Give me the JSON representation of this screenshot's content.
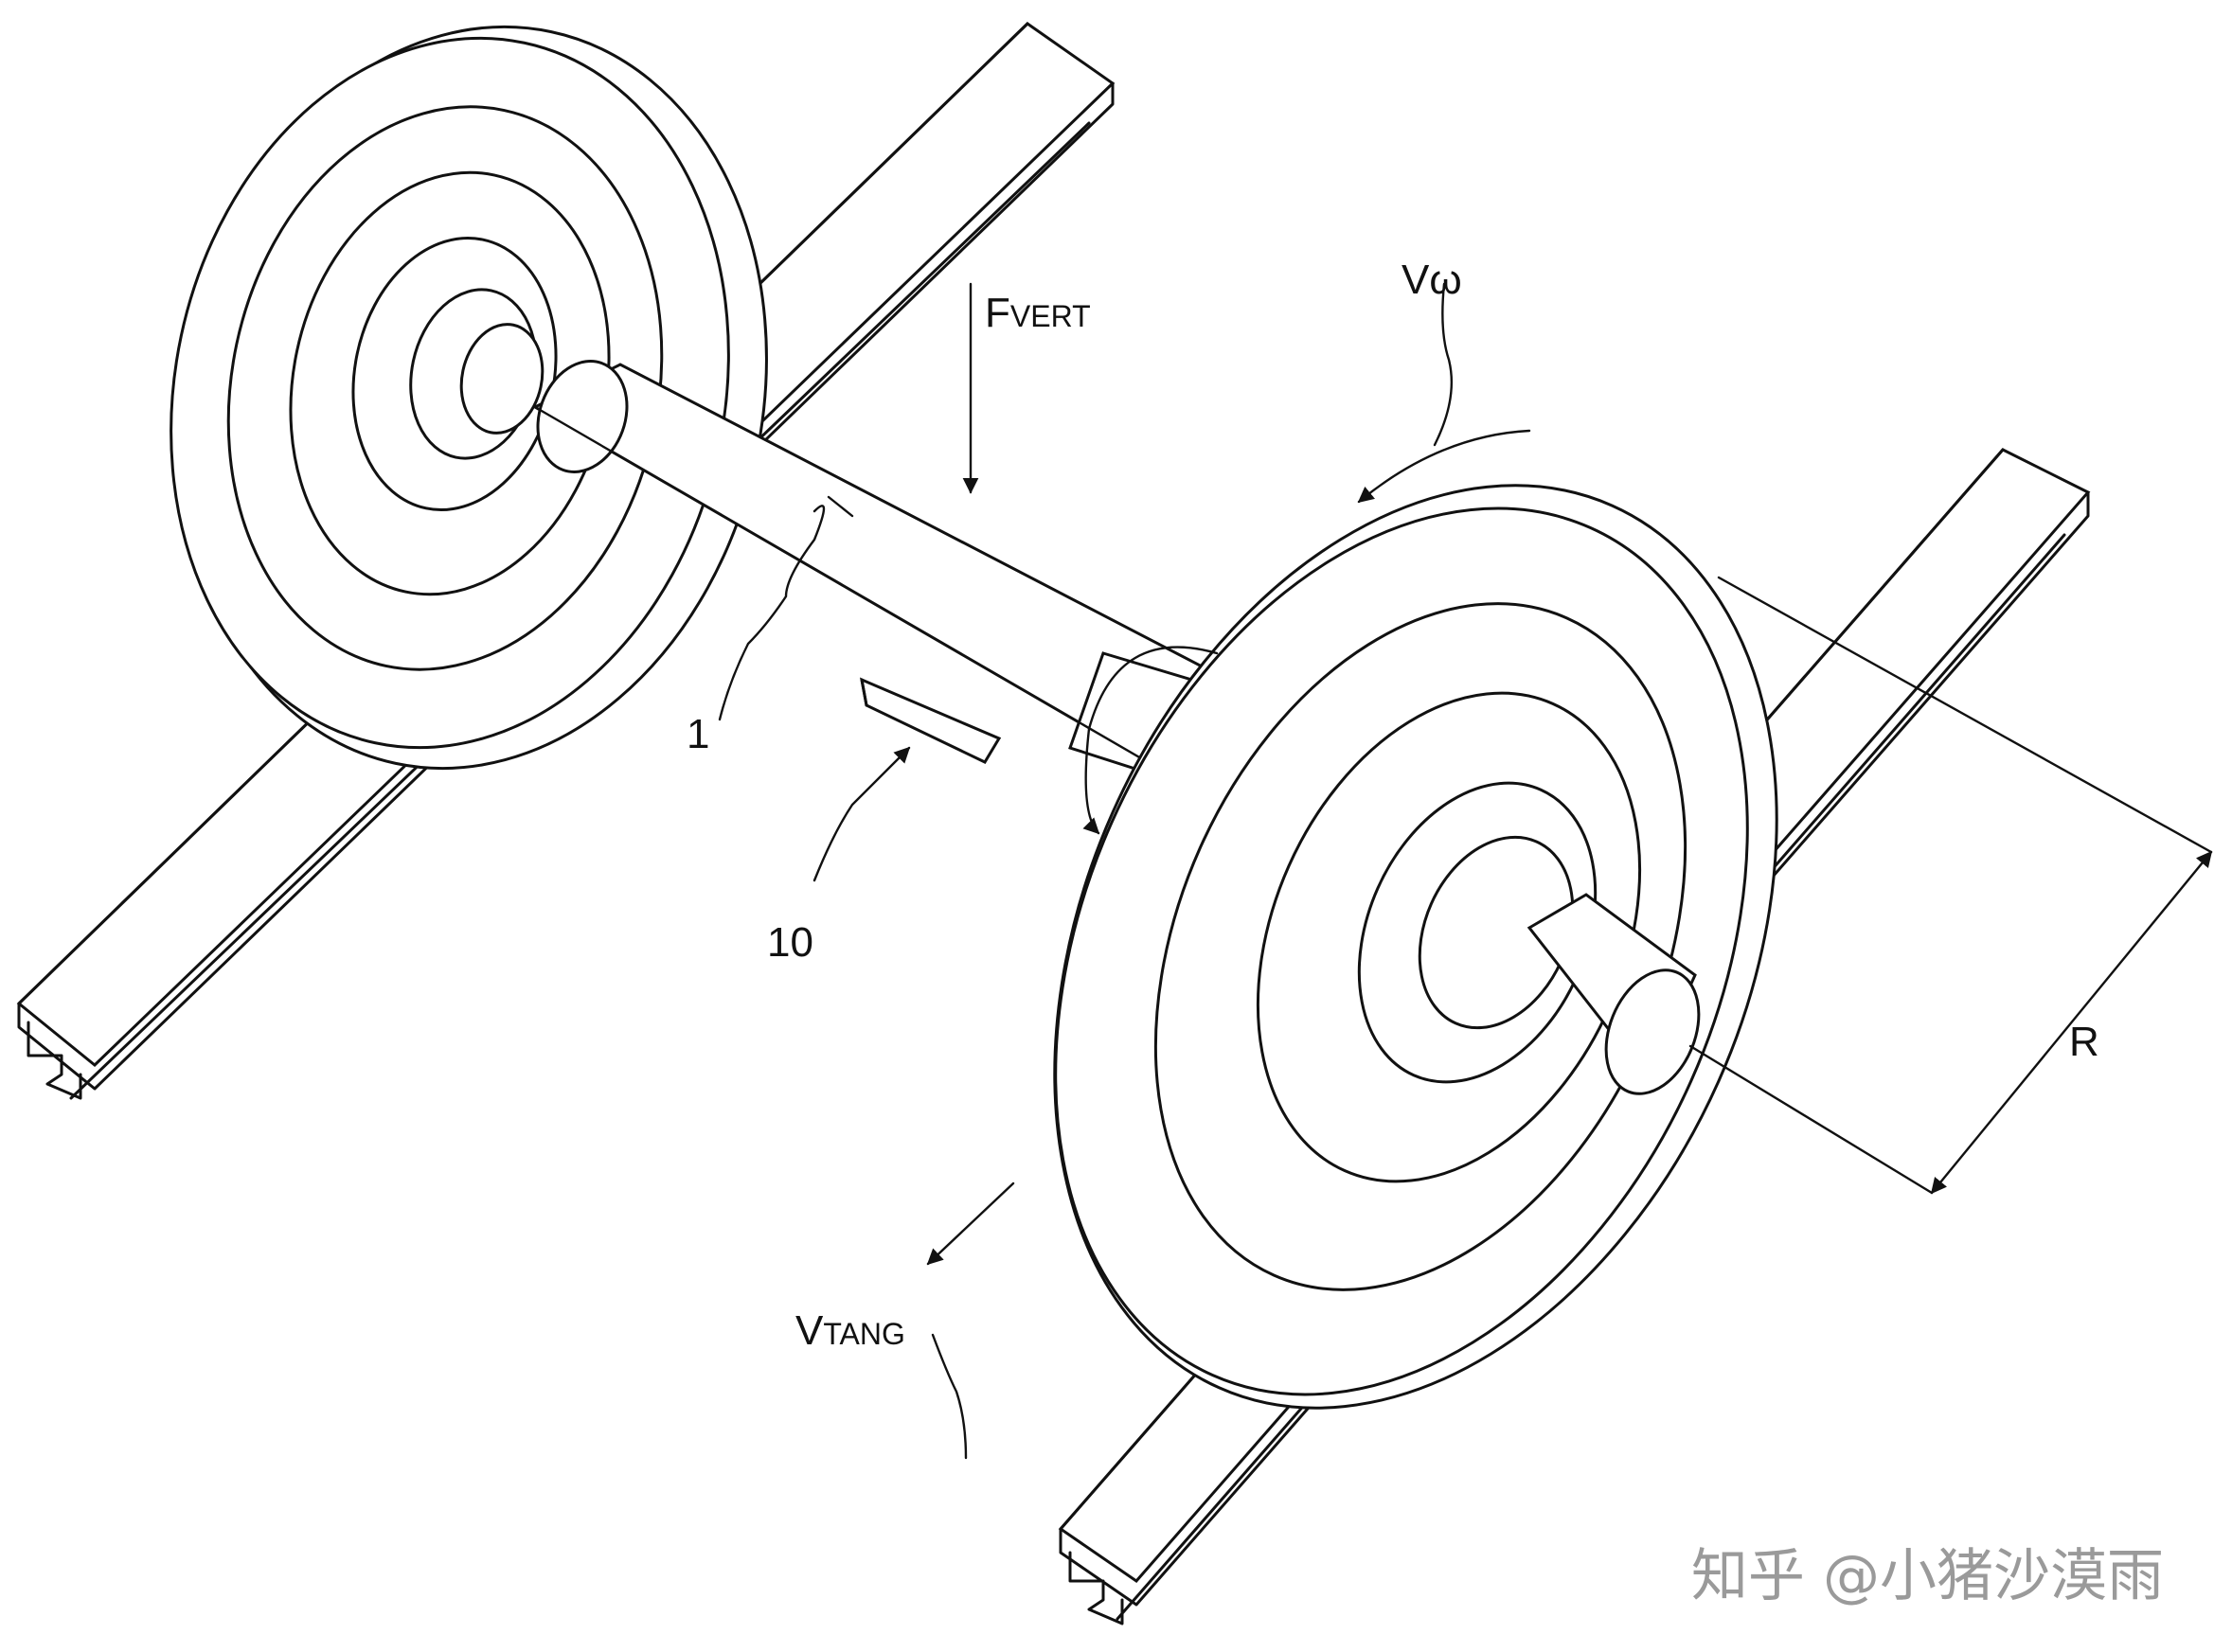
{
  "labels": {
    "f_main": "F",
    "f_sub": "VERT",
    "v_omega": "Vω",
    "axle_ref": "1",
    "sensor_ref": "10",
    "radius": "R",
    "v_main": "V",
    "v_sub": "TANG"
  },
  "watermark": "知乎 @小猪沙漠雨",
  "colors": {
    "line": "#111111",
    "watermark": "#9a9a9a",
    "background": "#ffffff"
  }
}
